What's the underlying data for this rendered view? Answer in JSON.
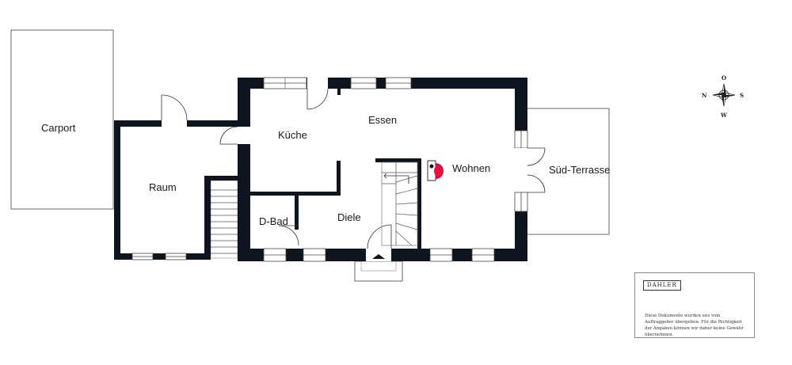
{
  "rooms": {
    "carport": "Carport",
    "raum": "Raum",
    "kueche": "Küche",
    "essen": "Essen",
    "wohnen": "Wohnen",
    "sued_terrasse": "Süd-Terrasse",
    "d_bad": "D-Bad",
    "diele": "Diele"
  },
  "compass": {
    "north": "N",
    "east": "O",
    "south": "S",
    "west": "W"
  },
  "disclaimer": {
    "logo": "DAHLER",
    "text": "Diese Dokumente wurden uns vom Auftraggeber übergeben. Für die Richtigkeit der Angaben können wir daher keine Gewähr übernehmen."
  }
}
